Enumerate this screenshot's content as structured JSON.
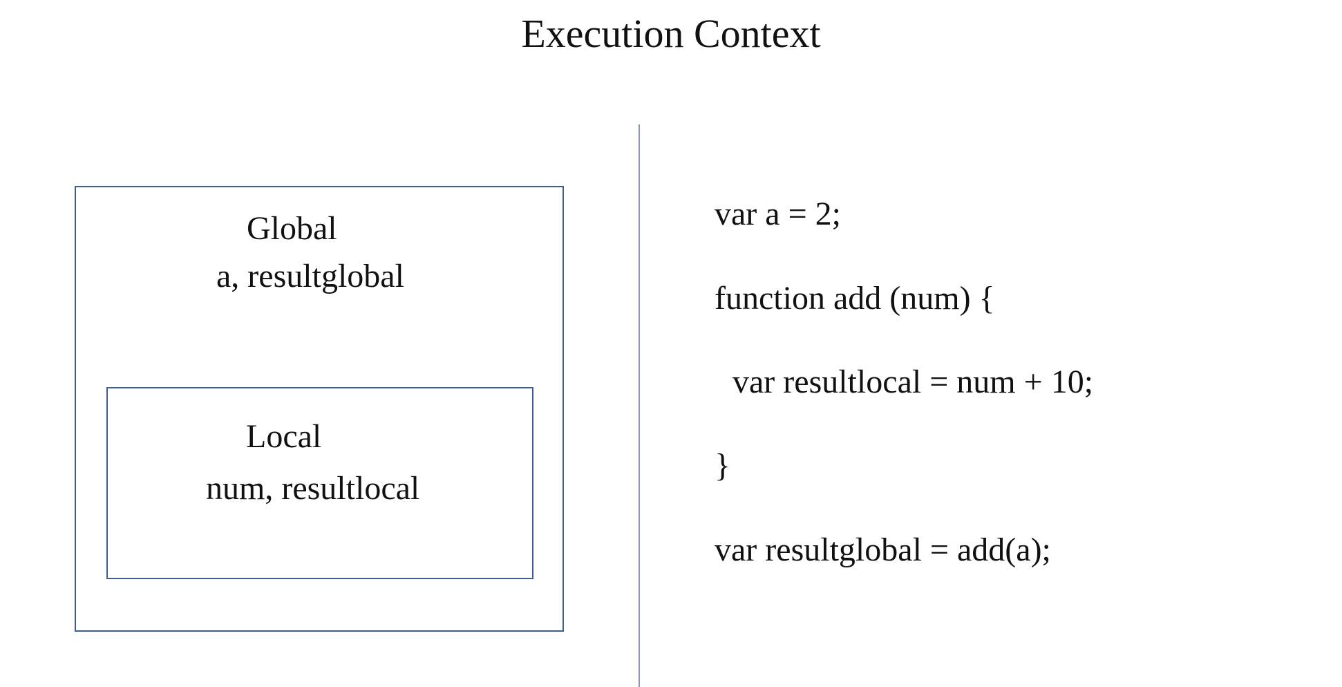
{
  "title": "Execution Context",
  "scopes": {
    "global": {
      "name": "Global",
      "variables": "a, resultglobal"
    },
    "local": {
      "name": "Local",
      "variables": "num, resultlocal"
    }
  },
  "code": [
    "var a = 2;",
    "function add (num) {",
    "var resultlocal = num + 10;",
    "}",
    "var resultglobal = add(a);"
  ]
}
